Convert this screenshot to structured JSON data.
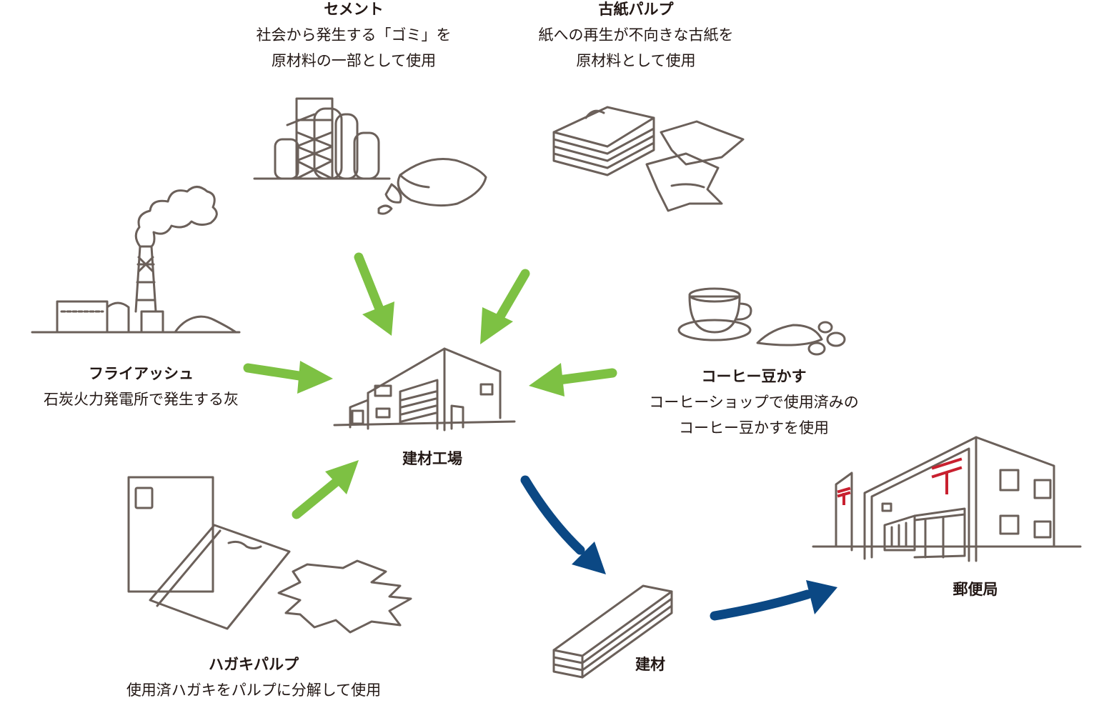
{
  "sources": {
    "cement": {
      "title": "セメント",
      "lines": [
        "社会から発生する「ゴミ」を",
        "原材料の一部として使用"
      ]
    },
    "paper_pulp": {
      "title": "古紙パルプ",
      "lines": [
        "紙への再生が不向きな古紙を",
        "原材料として使用"
      ]
    },
    "fly_ash": {
      "title": "フライアッシュ",
      "lines": [
        "石炭火力発電所で発生する灰"
      ]
    },
    "coffee": {
      "title": "コーヒー豆かす",
      "lines": [
        "コーヒーショップで使用済みの",
        "コーヒー豆かすを使用"
      ]
    },
    "postcard_pulp": {
      "title": "ハガキパルプ",
      "lines": [
        "使用済ハガキをパルプに分解して使用"
      ]
    }
  },
  "factory": {
    "title": "建材工場"
  },
  "material": {
    "title": "建材"
  },
  "post_office": {
    "title": "郵便局"
  },
  "colors": {
    "input_arrow": "#7dc143",
    "output_arrow": "#0b4884",
    "line_art": "#6b605a",
    "accent_red": "#c8202f"
  }
}
